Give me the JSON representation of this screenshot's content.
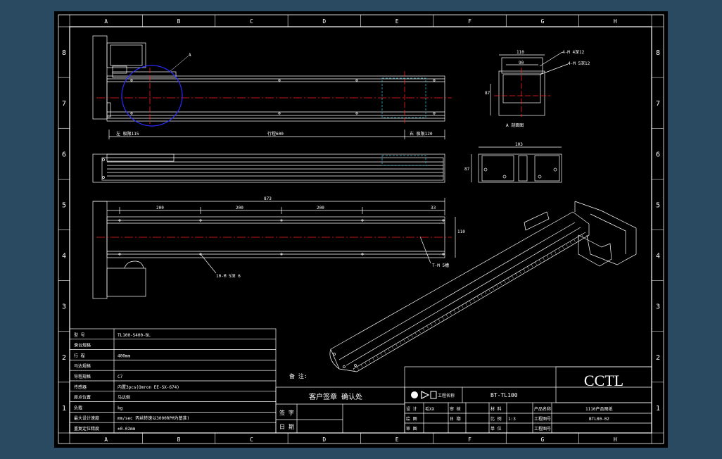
{
  "page_bg": "#2a4a62",
  "colors": {
    "sheet": "#000000",
    "line": "#ffffff",
    "center": "#ff2020",
    "highlight": "#2a2aff",
    "hidden": "#33b5c8"
  },
  "frame": {
    "col_labels": [
      "A",
      "B",
      "C",
      "D",
      "E",
      "F",
      "G",
      "H"
    ],
    "row_labels": [
      "8",
      "7",
      "6",
      "5",
      "4",
      "3",
      "2",
      "1"
    ]
  },
  "views": {
    "top": {
      "detail_mark": "A",
      "left_dim": "左 极限115",
      "travel_dim": "行程600",
      "right_dim": "右 极限120"
    },
    "section": {
      "width_dim": "110",
      "inner_dim": "90",
      "height_dim": "87",
      "title": "A 剖面图",
      "note1": "4-M 4深12",
      "note2": "4-M 5深12"
    },
    "end": {
      "width_dim": "103",
      "height_dim": "87"
    },
    "bottom": {
      "total_dim": "873",
      "pitch_dims": [
        "200",
        "200",
        "200"
      ],
      "end_dim": "33",
      "height_dim": "110",
      "hole_note": "10-M 5深 6",
      "slot_note": "T-M 5槽"
    }
  },
  "notes_label": "备 注:",
  "spec_table": {
    "rows": [
      {
        "label": "型  号",
        "value": "TL100-S400-BL"
      },
      {
        "label": "滑台规格",
        "value": ""
      },
      {
        "label": "行  程",
        "value": "400mm"
      },
      {
        "label": "马达规格",
        "value": ""
      },
      {
        "label": "导程规格",
        "value": "C7"
      },
      {
        "label": "传感器",
        "value": "内置3pcs(Omron EE-SX-674)"
      },
      {
        "label": "原点位置",
        "value": "马达侧"
      },
      {
        "label": "负载",
        "value": "kg"
      },
      {
        "label": "最大设计速度",
        "value": "mm/sec 丙丝转速以3000RPM为基准)"
      },
      {
        "label": "重复定位精度",
        "value": "±0.02mm"
      }
    ]
  },
  "confirm": {
    "title": "客户签章 确认处",
    "sign_label": "签 字",
    "date_label": "日 期"
  },
  "title_block": {
    "project_label": "工程名称",
    "project_value": "BT-TL100",
    "brand": "CCTL",
    "rows": [
      [
        {
          "t": "设 计"
        },
        {
          "t": "毛XX"
        },
        {
          "t": "审 核"
        },
        {
          "t": ""
        },
        {
          "t": "材 料"
        },
        {
          "t": ""
        },
        {
          "t": "产品名称"
        },
        {
          "t": ""
        }
      ],
      [
        {
          "t": "绘 图"
        },
        {
          "t": ""
        },
        {
          "t": "日 期"
        },
        {
          "t": ""
        },
        {
          "t": "比 例"
        },
        {
          "t": "1:3"
        },
        {
          "t": "工程图号"
        },
        {
          "t": ""
        }
      ],
      [
        {
          "t": "审 图"
        },
        {
          "t": ""
        },
        {
          "t": ""
        },
        {
          "t": ""
        },
        {
          "t": "单 位"
        },
        {
          "t": ""
        },
        {
          "t": "工程图号"
        },
        {
          "t": ""
        }
      ]
    ],
    "product_name": "1110产品图纸",
    "drawing_no": "BTL00-02"
  }
}
